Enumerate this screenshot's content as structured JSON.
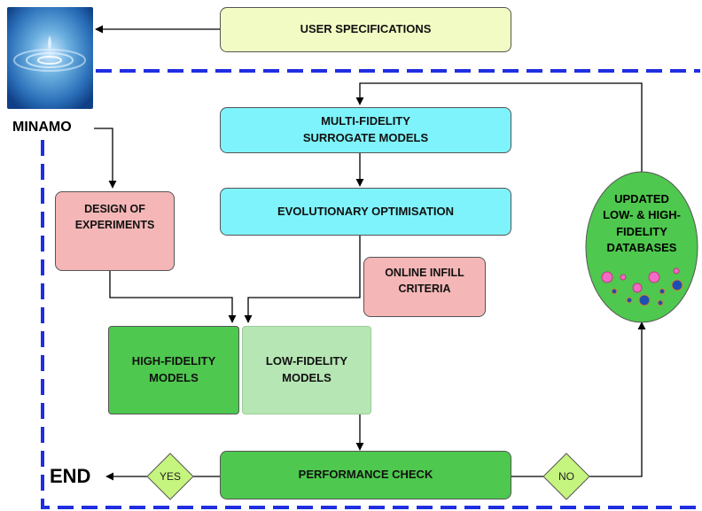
{
  "diagram": {
    "user_specifications": "USER SPECIFICATIONS",
    "minamo": "MINAMO",
    "multi_fidelity": "MULTI-FIDELITY\nSURROGATE MODELS",
    "evolutionary": "EVOLUTIONARY OPTIMISATION",
    "design_of_experiments": "DESIGN OF\nEXPERIMENTS",
    "online_infill": "ONLINE INFILL\nCRITERIA",
    "high_fidelity": "HIGH-FIDELITY\nMODELS",
    "low_fidelity": "LOW-FIDELITY\nMODELS",
    "performance_check": "PERFORMANCE CHECK",
    "updated_databases": "UPDATED\nLOW- & HIGH-\nFIDELITY\nDATABASES",
    "yes": "YES",
    "no": "NO",
    "end": "END"
  },
  "colors": {
    "yellow_box": "#f3fbc4",
    "cyan_box": "#7ef3fb",
    "pink_box": "#f4b6b6",
    "dark_green": "#4ec84e",
    "light_green": "#b6e6b4",
    "diamond": "#c5f57e",
    "dashed_line": "#1f2ee0",
    "dot_pink": "#f26ac6",
    "dot_blue": "#1e4fb0"
  }
}
